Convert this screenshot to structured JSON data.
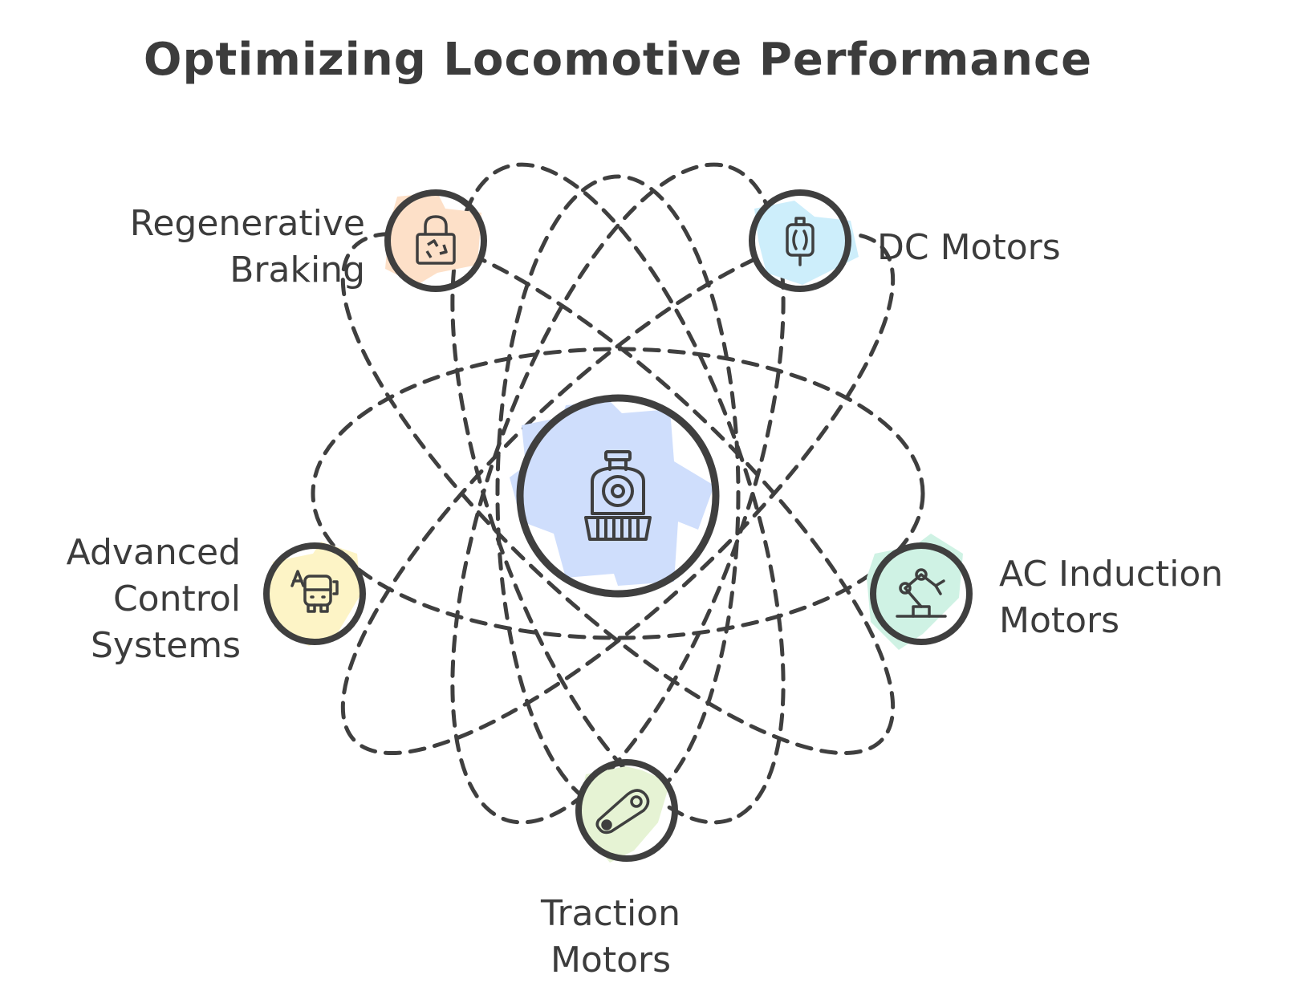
{
  "title": "Optimizing Locomotive Performance",
  "colors": {
    "stroke": "#3f3f3f",
    "center_fill": "#cfdefc",
    "regen_fill": "#fde0c8",
    "dc_fill": "#cdeefb",
    "advanced_fill": "#fdf4c6",
    "ac_fill": "#cff2e4",
    "traction_fill": "#e6f3d4"
  },
  "center": {
    "icon": "steam-locomotive-icon"
  },
  "nodes": {
    "regenerative_braking": {
      "line1": "Regenerative",
      "line2": "Braking",
      "icon": "recycle-battery-icon"
    },
    "dc_motors": {
      "line1": "DC Motors",
      "icon": "dc-motor-icon"
    },
    "advanced_control": {
      "line1": "Advanced",
      "line2": "Control",
      "line3": "Systems",
      "icon": "automated-vehicle-icon"
    },
    "ac_induction": {
      "line1": "AC Induction",
      "line2": "Motors",
      "icon": "robotic-arm-icon"
    },
    "traction_motors": {
      "line1": "Traction",
      "line2": "Motors",
      "icon": "belt-drive-icon"
    }
  }
}
